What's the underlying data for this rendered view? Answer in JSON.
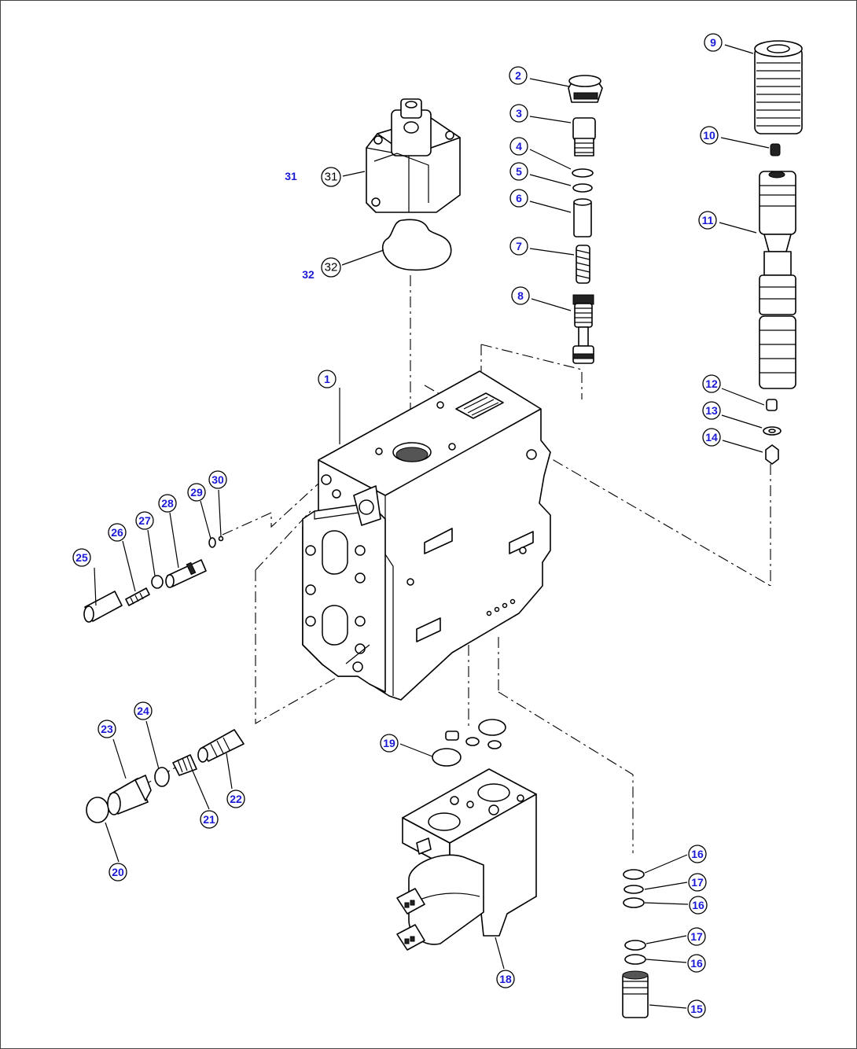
{
  "callouts": {
    "c1": "1",
    "c2": "2",
    "c3": "3",
    "c4": "4",
    "c5": "5",
    "c6": "6",
    "c7": "7",
    "c8": "8",
    "c9": "9",
    "c10": "10",
    "c11": "11",
    "c12": "12",
    "c13": "13",
    "c14": "14",
    "c15": "15",
    "c16a": "16",
    "c16b": "16",
    "c16c": "16",
    "c17a": "17",
    "c17b": "17",
    "c18": "18",
    "c19": "19",
    "c20": "20",
    "c21": "21",
    "c22": "22",
    "c23": "23",
    "c24": "24",
    "c25": "25",
    "c26": "26",
    "c27": "27",
    "c28": "28",
    "c29": "29",
    "c30": "30",
    "c31": "31",
    "c32": "32"
  },
  "side_labels": {
    "l31": "31",
    "l32": "32"
  }
}
